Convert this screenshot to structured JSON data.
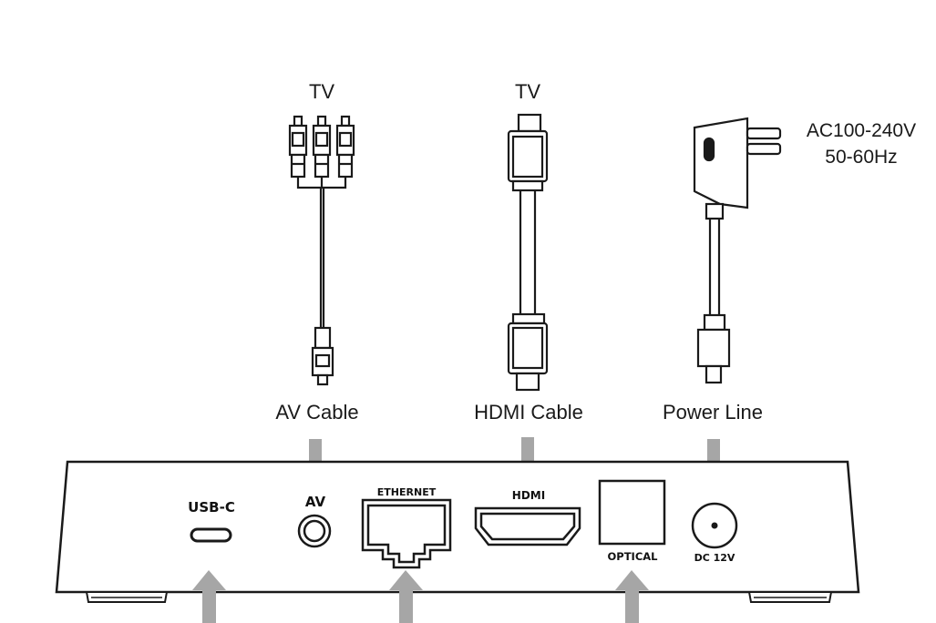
{
  "top_labels": {
    "tv_av": "TV",
    "tv_hdmi": "TV",
    "ac_line1": "AC100-240V",
    "ac_line2": "50-60Hz"
  },
  "cables": {
    "av": "AV Cable",
    "hdmi": "HDMI Cable",
    "power": "Power Line"
  },
  "ports": {
    "usb_c": "USB-C",
    "av": "AV",
    "ethernet": "ETHERNET",
    "hdmi": "HDMI",
    "optical": "OPTICAL",
    "dc": "DC 12V"
  },
  "colors": {
    "line": "#1a1a1a",
    "arrow": "#a6a6a6"
  },
  "icons": [
    "rca-plug-icon",
    "hdmi-plug-icon",
    "power-plug-icon",
    "dc-barrel-plug-icon",
    "arrow-down-icon",
    "arrow-up-icon"
  ]
}
